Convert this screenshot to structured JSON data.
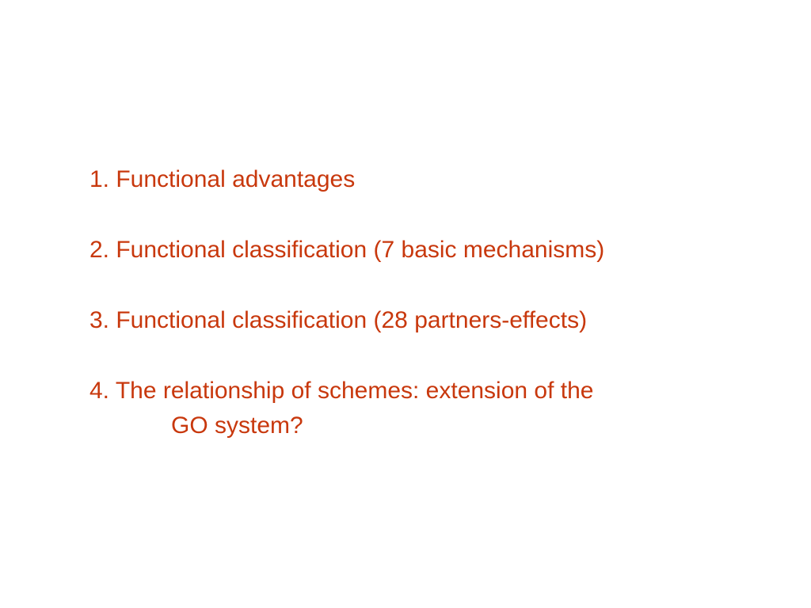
{
  "slide": {
    "text_color": "#c8380d",
    "background": "#ffffff",
    "items": [
      {
        "line": "1. Functional advantages"
      },
      {
        "line": "2. Functional classification (7 basic mechanisms)"
      },
      {
        "line": "3. Functional classification (28 partners-effects)"
      },
      {
        "line": "4. The relationship of schemes: extension of the",
        "continuation": "GO system?"
      }
    ]
  }
}
